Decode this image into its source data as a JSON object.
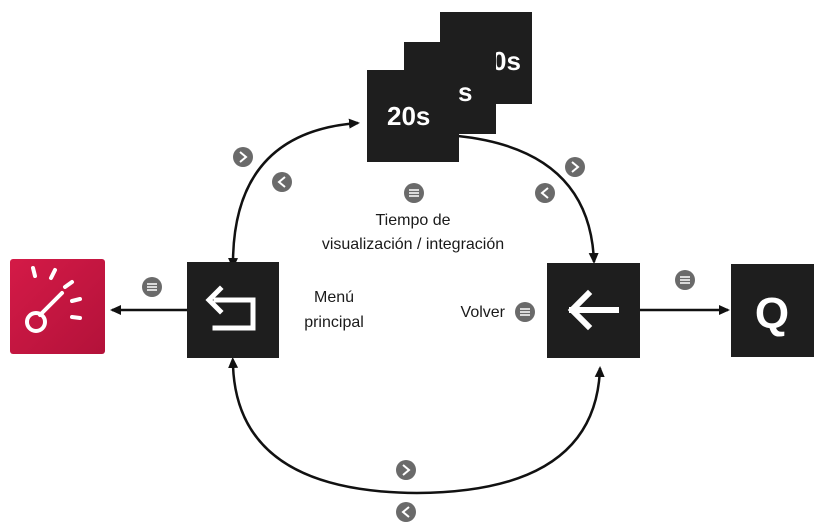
{
  "labels": {
    "tiempo_line1": "Tiempo de",
    "tiempo_line2": "visualización / integración",
    "menu_line1": "Menú",
    "menu_line2": "principal",
    "volver": "Volver"
  },
  "screens": {
    "time_values": [
      "20s",
      "s",
      "0s"
    ],
    "q_label": "Q"
  },
  "colors": {
    "box": "#1e1e1e",
    "chip": "#6a6a6a",
    "arrow": "#111111",
    "app_icon_bg": "#c8163f"
  },
  "icons": {
    "next": "chevron-right-icon",
    "prev": "chevron-left-icon",
    "enter": "menu-button-icon",
    "back_menu": "return-arrow-icon",
    "back": "left-arrow-icon",
    "app": "gauge-app-icon"
  }
}
